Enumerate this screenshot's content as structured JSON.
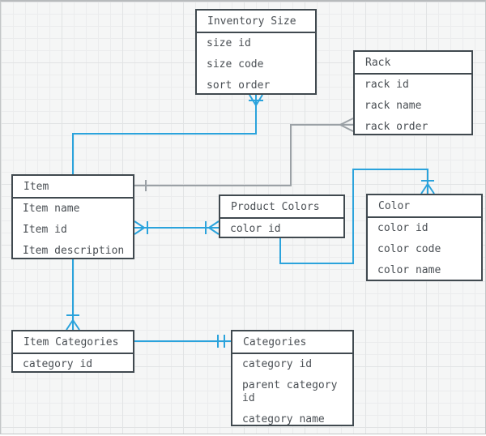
{
  "diagram": {
    "title": "inventory-er-diagram",
    "colors": {
      "entity_border": "#40494f",
      "entity_fill": "#ffffff",
      "text": "#4a4f54",
      "connector_blue": "#2ba3dc",
      "connector_gray": "#9ba1a6",
      "canvas_bg": "#f5f6f6",
      "grid_minor": "#ebeced",
      "grid_major": "#e1e3e4"
    },
    "entities": [
      {
        "name": "Inventory Size",
        "fields": [
          "size id",
          "size code",
          "sort order"
        ]
      },
      {
        "name": "Rack",
        "fields": [
          "rack id",
          "rack name",
          "rack order"
        ]
      },
      {
        "name": "Item",
        "fields": [
          "Item name",
          "Item id",
          "Item description"
        ]
      },
      {
        "name": "Product Colors",
        "fields": [
          "color id"
        ]
      },
      {
        "name": "Color",
        "fields": [
          "color id",
          "color code",
          "color name"
        ]
      },
      {
        "name": "Item Categories",
        "fields": [
          "category id"
        ]
      },
      {
        "name": "Categories",
        "fields": [
          "category id",
          "parent category id",
          "category name"
        ]
      }
    ],
    "relationships": [
      {
        "from": "Inventory Size",
        "to": "Item",
        "color": "blue",
        "marker_at_from": "bar-crowsfoot",
        "marker_at_to": "none"
      },
      {
        "from": "Rack",
        "to": "Item",
        "color": "gray",
        "marker_at_from": "crowsfoot",
        "marker_at_to": "one-tick"
      },
      {
        "from": "Item",
        "to": "Product Colors",
        "color": "blue",
        "marker_at_from": "bar-crowsfoot",
        "marker_at_to": "bar-crowsfoot"
      },
      {
        "from": "Color",
        "to": "Product Colors",
        "color": "blue",
        "marker_at_from": "bar-crowsfoot",
        "marker_at_to": "none"
      },
      {
        "from": "Item",
        "to": "Item Categories",
        "color": "blue",
        "marker_at_from": "none",
        "marker_at_to": "bar-crowsfoot"
      },
      {
        "from": "Item Categories",
        "to": "Categories",
        "color": "blue",
        "marker_at_from": "none",
        "marker_at_to": "double-bar"
      }
    ]
  }
}
